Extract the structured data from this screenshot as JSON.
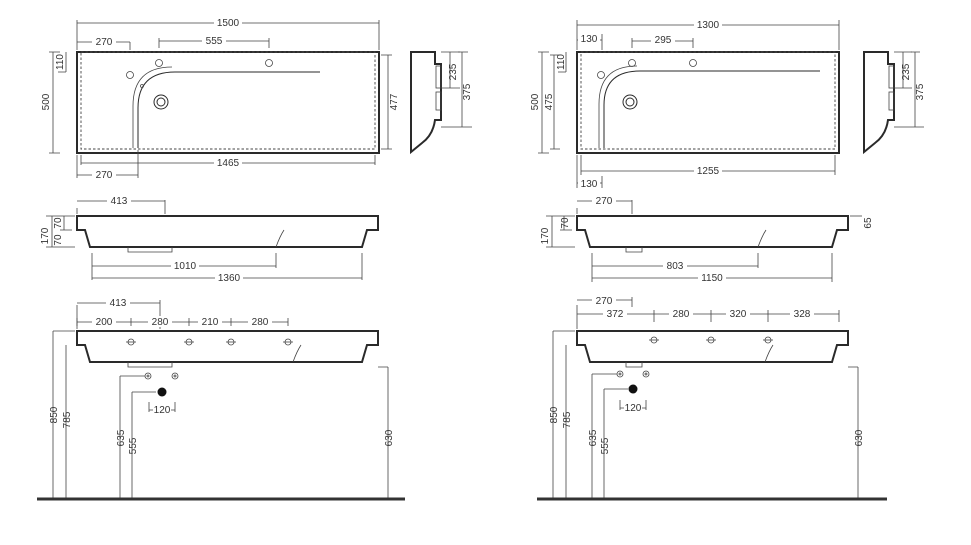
{
  "left": {
    "plan": {
      "total_width": "1500",
      "left_offset": "270",
      "tap_spacing": "555",
      "top_offset": "110",
      "depth": "500",
      "inner_depth": "477",
      "inner_width": "1465",
      "bottom_offset": "270"
    },
    "side": {
      "dim_a": "235",
      "dim_b": "375"
    },
    "front": {
      "dim_a": "413",
      "dim_b": "170",
      "dim_c": "70",
      "dim_d": "70",
      "dim_e": "1010",
      "dim_f": "1360"
    },
    "wall": {
      "dim_a": "413",
      "dim_b": "200",
      "dim_c": "280",
      "dim_d": "210",
      "dim_e": "280",
      "dim_h1": "850",
      "dim_h2": "785",
      "dim_h3": "635",
      "dim_h4": "555",
      "dim_h5": "630",
      "dim_w": "120"
    }
  },
  "right": {
    "plan": {
      "total_width": "1300",
      "left_offset": "130",
      "tap_spacing": "295",
      "top_offset": "110",
      "depth": "500",
      "inner_depth": "475",
      "inner_width": "1255",
      "bottom_offset": "130"
    },
    "side": {
      "dim_a": "235",
      "dim_b": "375"
    },
    "front": {
      "dim_a": "270",
      "dim_b": "170",
      "dim_c": "70",
      "dim_d": "65",
      "dim_e": "803",
      "dim_f": "1150"
    },
    "wall": {
      "dim_a": "270",
      "dim_b": "372",
      "dim_c": "280",
      "dim_d": "320",
      "dim_e": "328",
      "dim_h1": "850",
      "dim_h2": "785",
      "dim_h3": "635",
      "dim_h4": "555",
      "dim_h5": "630",
      "dim_w": "120"
    }
  }
}
